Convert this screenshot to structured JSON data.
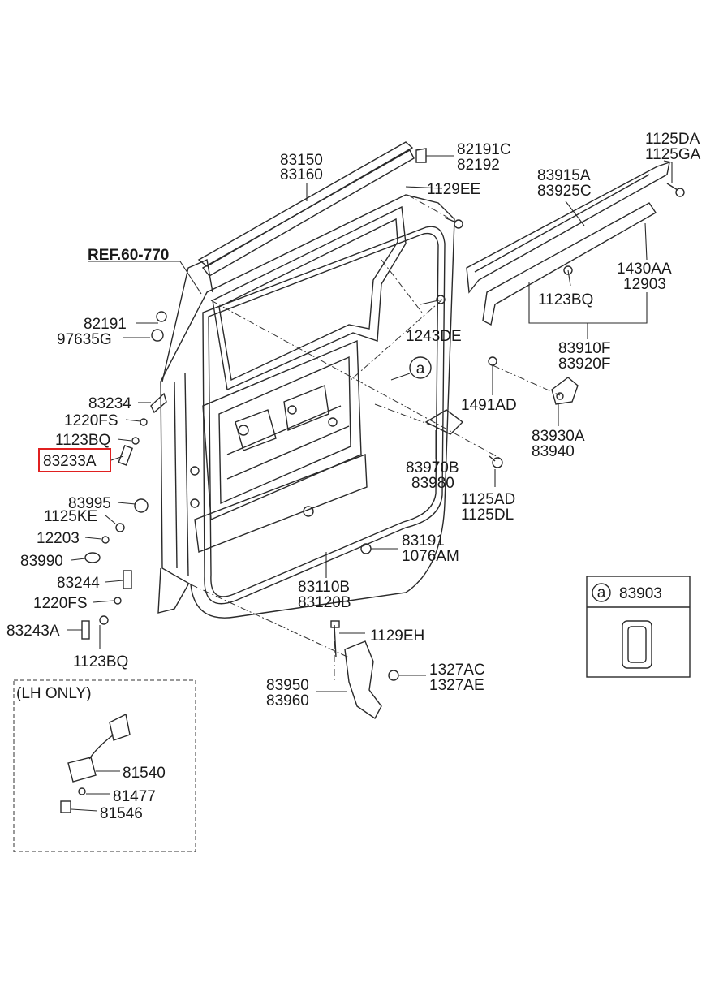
{
  "diagram": {
    "ref_label": "REF.60-770",
    "lh_only_label": "(LH ONLY)",
    "highlight_color": "#e02020",
    "callout_letter": "a",
    "inset_part": "83903",
    "labels": {
      "p83150": "83150",
      "p83160": "83160",
      "p82191C": "82191C",
      "p82192": "82192",
      "p1125DA": "1125DA",
      "p1125GA": "1125GA",
      "p1129EE": "1129EE",
      "p83915A": "83915A",
      "p83925C": "83925C",
      "p1430AA": "1430AA",
      "p12903": "12903",
      "p1123BQ_top": "1123BQ",
      "p82191": "82191",
      "p97635G": "97635G",
      "p1243DE": "1243DE",
      "p83910F": "83910F",
      "p83920F": "83920F",
      "p83234": "83234",
      "p1220FS_top": "1220FS",
      "p1123BQ_left": "1123BQ",
      "p83233A": "83233A",
      "p1491AD": "1491AD",
      "p83930A": "83930A",
      "p83940": "83940",
      "p83970B": "83970B",
      "p83980": "83980",
      "p1125AD": "1125AD",
      "p1125DL": "1125DL",
      "p83995": "83995",
      "p1125KE": "1125KE",
      "p12203": "12203",
      "p83990": "83990",
      "p83191": "83191",
      "p1076AM": "1076AM",
      "p83244": "83244",
      "p83110B": "83110B",
      "p83120B": "83120B",
      "p1220FS_bottom": "1220FS",
      "p83243A": "83243A",
      "p1123BQ_bottom": "1123BQ",
      "p1129EH": "1129EH",
      "p1327AC": "1327AC",
      "p1327AE": "1327AE",
      "p83950": "83950",
      "p83960": "83960",
      "p81540": "81540",
      "p81477": "81477",
      "p81546": "81546"
    }
  }
}
